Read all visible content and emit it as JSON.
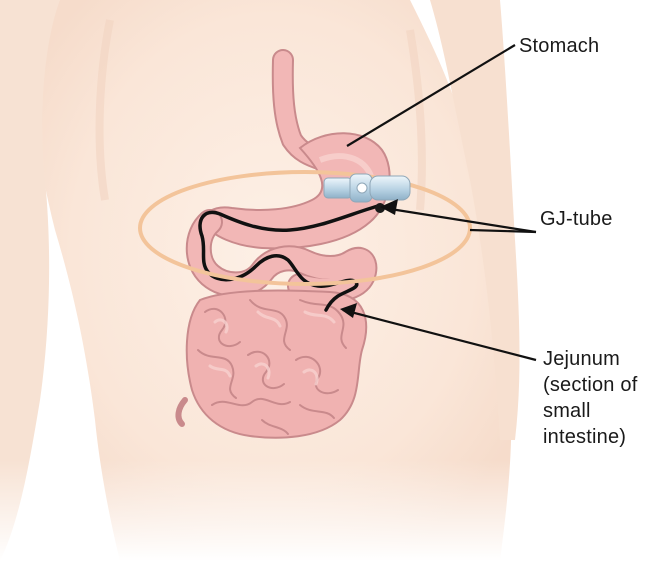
{
  "labels": {
    "stomach": "Stomach",
    "gj_tube": "GJ-tube",
    "jejunum_lines": [
      "Jejunum",
      "(section of",
      "small",
      "intestine)"
    ]
  },
  "colors": {
    "skin": "#fbe9dc",
    "skin_shade": "#f3d3c0",
    "organ": "#f2b7b6",
    "organ_edge": "#c98a8c",
    "organ_inner": "#f8d2d0",
    "tube": "#111111",
    "ring": "#f3c49a",
    "device": "#cfe3ef"
  },
  "icons": {
    "device": "gj-tube-port-icon"
  }
}
